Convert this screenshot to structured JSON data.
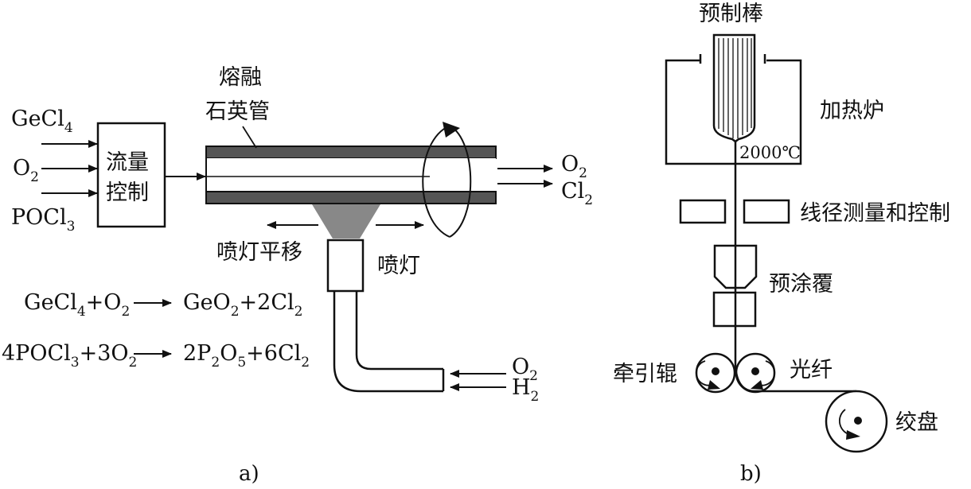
{
  "panel_a": {
    "inputs": {
      "gecl4": {
        "main": "GeCl",
        "sub": "4"
      },
      "o2": {
        "main": "O",
        "sub": "2"
      },
      "pocl3": {
        "main": "POCl",
        "sub": "3"
      }
    },
    "flow_control": {
      "line1": "流量",
      "line2": "控制"
    },
    "tube_label": {
      "line1": "熔融",
      "line2": "石英管"
    },
    "outputs": {
      "o2": {
        "main": "O",
        "sub": "2"
      },
      "cl2": {
        "main": "Cl",
        "sub": "2"
      }
    },
    "torch_move_label": "喷灯平移",
    "torch_label": "喷灯",
    "gas_inputs": {
      "o2": {
        "main": "O",
        "sub": "2"
      },
      "h2": {
        "main": "H",
        "sub": "2"
      }
    },
    "reaction1": {
      "lhs": [
        {
          "t": "GeCl"
        },
        {
          "s": "4"
        },
        {
          "t": "+O"
        },
        {
          "s": "2"
        }
      ],
      "rhs": [
        {
          "t": "GeO"
        },
        {
          "s": "2"
        },
        {
          "t": "+2Cl"
        },
        {
          "s": "2"
        }
      ]
    },
    "reaction2": {
      "lhs": [
        {
          "t": "4POCl"
        },
        {
          "s": "3"
        },
        {
          "t": "+3O"
        },
        {
          "s": "2"
        }
      ],
      "rhs": [
        {
          "t": "2P"
        },
        {
          "s": "2"
        },
        {
          "t": "O"
        },
        {
          "s": "5"
        },
        {
          "t": "+6Cl"
        },
        {
          "s": "2"
        }
      ]
    },
    "caption": "a)"
  },
  "panel_b": {
    "preform_label": "预制棒",
    "furnace_label": "加热炉",
    "temperature": "2000℃",
    "diameter_label": "线径测量和控制",
    "precoat_label": "预涂覆",
    "capstan_label": "牵引辊",
    "fiber_label": "光纤",
    "drum_label": "绞盘",
    "caption": "b)"
  }
}
